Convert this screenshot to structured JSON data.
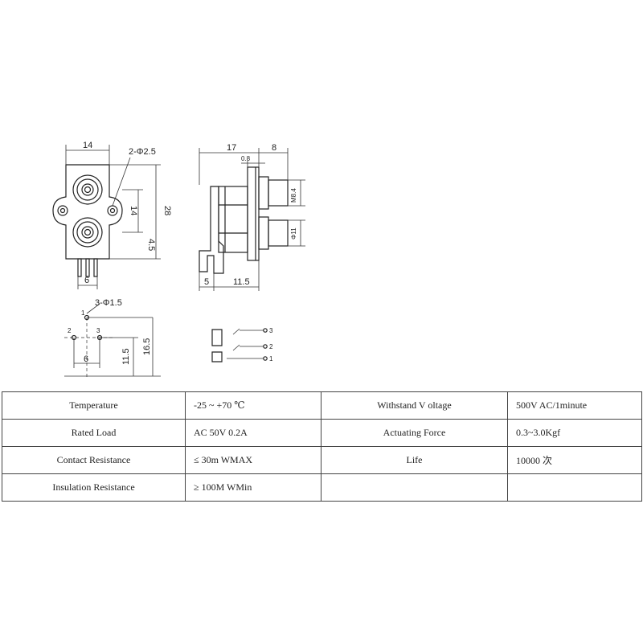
{
  "front_view": {
    "dim_width": "14",
    "dim_hole": "2-Φ2.5",
    "dim_height": "28",
    "dim_pitch": "14",
    "dim_bottom": "4.5",
    "dim_pins": "6"
  },
  "side_view": {
    "dim_total": "17",
    "dim_front": "8",
    "dim_plate": "0.8",
    "dim_thread": "M8.4",
    "dim_diameter": "Φ11",
    "dim_base": "5",
    "dim_body": "11.5"
  },
  "pcb_view": {
    "dim_hole": "3-Φ1.5",
    "dim_spacing": "6",
    "dim_row": "11.5",
    "dim_total": "16.5",
    "pin_1": "1",
    "pin_2": "2",
    "pin_3": "3"
  },
  "schematic": {
    "pin_3": "3",
    "pin_2": "2",
    "pin_1": "1"
  },
  "specs": {
    "rows": [
      {
        "label1": "Temperature",
        "value1": "-25 ~ +70 ℃",
        "label2": "Withstand V oltage",
        "value2": "500V AC/1minute"
      },
      {
        "label1": "Rated Load",
        "value1": "AC 50V 0.2A",
        "label2": "Actuating Force",
        "value2": "0.3~3.0Kgf"
      },
      {
        "label1": "Contact Resistance",
        "value1": "≤ 30m WMAX",
        "label2": "Life",
        "value2": "10000 次"
      },
      {
        "label1": "Insulation Resistance",
        "value1": "≥ 100M WMin",
        "label2": "",
        "value2": ""
      }
    ]
  }
}
